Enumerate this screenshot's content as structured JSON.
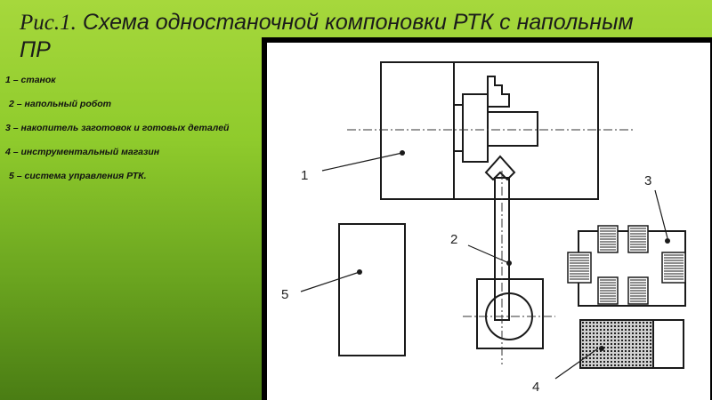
{
  "slide": {
    "title_prefix": "Рис.",
    "title_number": "1.",
    "title_text": "Схема одностаночной компоновки РТК с напольным ПР"
  },
  "legend": [
    {
      "text": "1 – станок"
    },
    {
      "text": "2 – напольный робот"
    },
    {
      "text": "3 – накопитель заготовок и готовых деталей"
    },
    {
      "text": "4 – инструментальный магазин"
    },
    {
      "text": "5 – система управления РТК."
    }
  ],
  "diagram": {
    "callouts": {
      "machine": "1",
      "robot": "2",
      "storage": "3",
      "tool_magazine": "4",
      "control": "5"
    }
  }
}
